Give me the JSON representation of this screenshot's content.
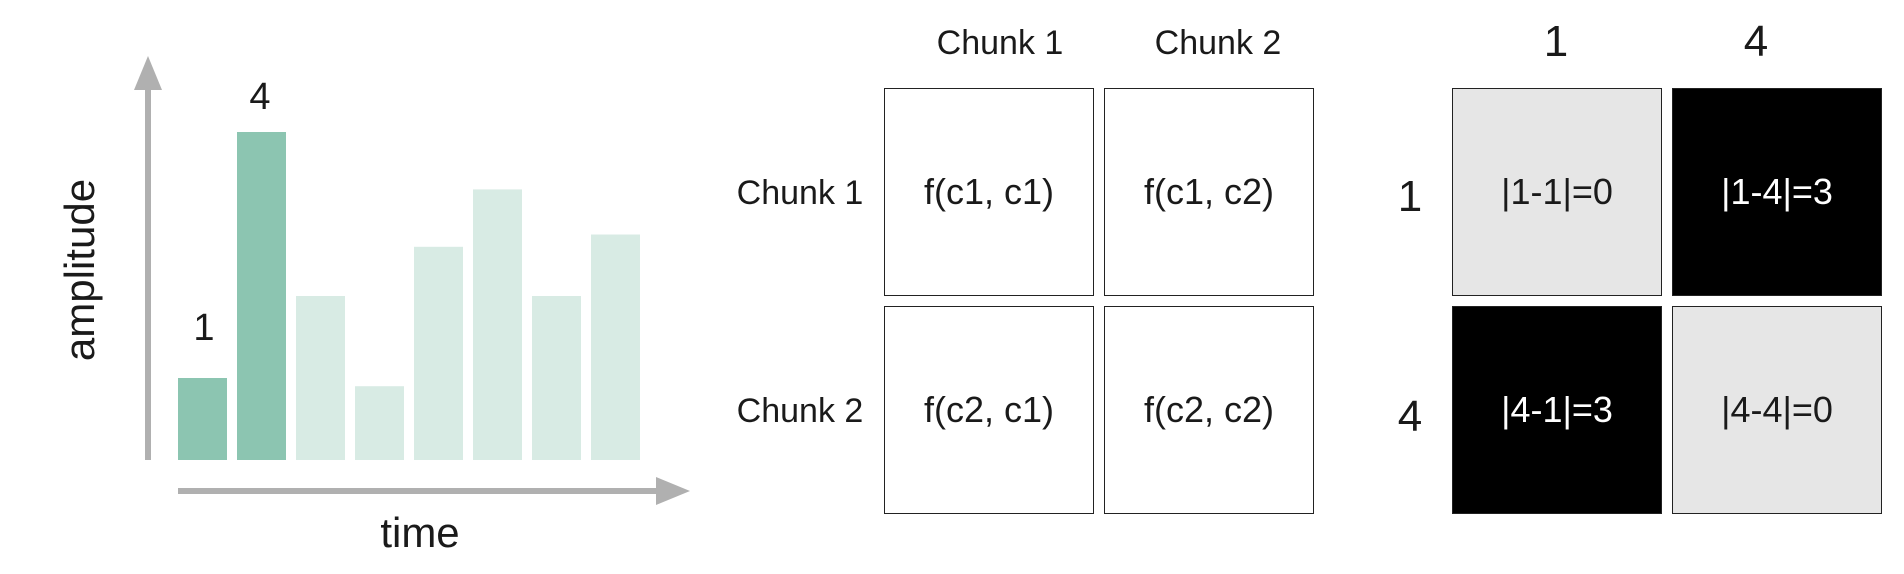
{
  "chart_data": {
    "type": "bar",
    "xlabel": "time",
    "ylabel": "amplitude",
    "values": [
      1,
      4,
      2.0,
      0.9,
      2.6,
      3.3,
      2.0,
      2.75
    ],
    "highlighted": [
      0,
      1
    ],
    "data_labels": [
      "1",
      "4",
      "",
      "",
      "",
      "",
      "",
      ""
    ],
    "ylim": [
      0,
      4
    ],
    "colors": {
      "highlight": "#8cc5b1",
      "faded": "#d8ebe4",
      "axis": "#b0b0b0"
    }
  },
  "function_matrix": {
    "col_headers": [
      "Chunk 1",
      "Chunk 2"
    ],
    "row_headers": [
      "Chunk 1",
      "Chunk 2"
    ],
    "cells": [
      [
        "f(c1,  c1)",
        "f(c1,  c2)"
      ],
      [
        "f(c2,  c1)",
        "f(c2,  c2)"
      ]
    ]
  },
  "distance_matrix": {
    "col_headers": [
      "1",
      "4"
    ],
    "row_headers": [
      "1",
      "4"
    ],
    "cells": [
      [
        "|1-1|=0",
        "|1-4|=3"
      ],
      [
        "|4-1|=3",
        "|4-4|=0"
      ]
    ],
    "colors": {
      "low": "#e6e6e6",
      "high": "#000000"
    }
  }
}
